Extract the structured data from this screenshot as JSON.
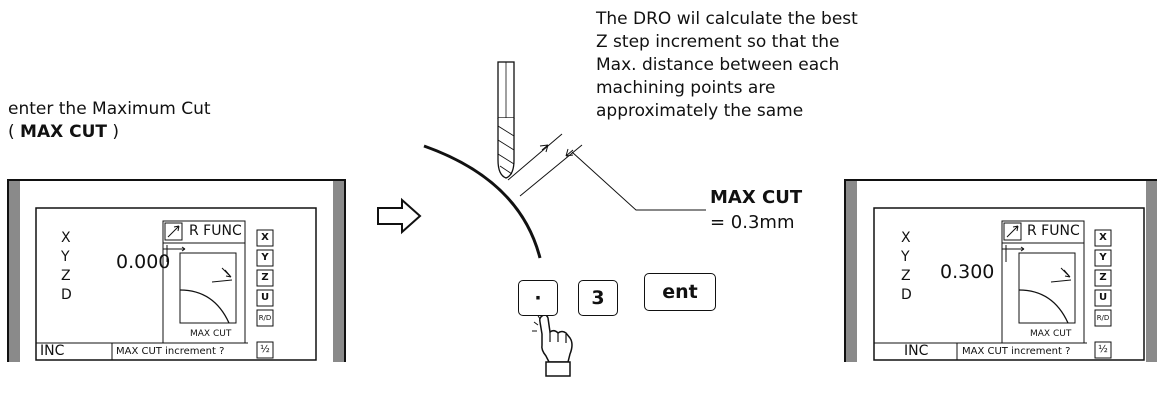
{
  "left_caption": {
    "line1": "enter the Maximum Cut",
    "line2_prefix": "( ",
    "line2_bold": "MAX CUT",
    "line2_suffix": " )"
  },
  "right_caption": [
    "The DRO wil calculate the best",
    "Z step increment so that the",
    "Max. distance between each",
    "machining points are",
    "approximately the same"
  ],
  "maxcut_label": {
    "title": "MAX CUT",
    "value": "= 0.3mm"
  },
  "keys": {
    "dot": "·",
    "three": "3",
    "ent": "ent"
  },
  "screen_left": {
    "axes": [
      "X",
      "Y",
      "Z",
      "D"
    ],
    "value": "0.000",
    "func": "R FUNC",
    "diagram_label": "MAX CUT",
    "mode": "INC",
    "prompt": "MAX CUT increment ?",
    "side_buttons": [
      "X",
      "Y",
      "Z",
      "U",
      "R/D",
      "½"
    ]
  },
  "screen_right": {
    "axes": [
      "X",
      "Y",
      "Z",
      "D"
    ],
    "value": "0.300",
    "func": "R FUNC",
    "diagram_label": "MAX CUT",
    "mode": "INC",
    "prompt": "MAX CUT increment ?",
    "side_buttons": [
      "X",
      "Y",
      "Z",
      "U",
      "R/D",
      "½"
    ]
  },
  "icons": [
    "arrow-right-icon",
    "pointing-hand-icon",
    "end-mill-tool-icon"
  ]
}
